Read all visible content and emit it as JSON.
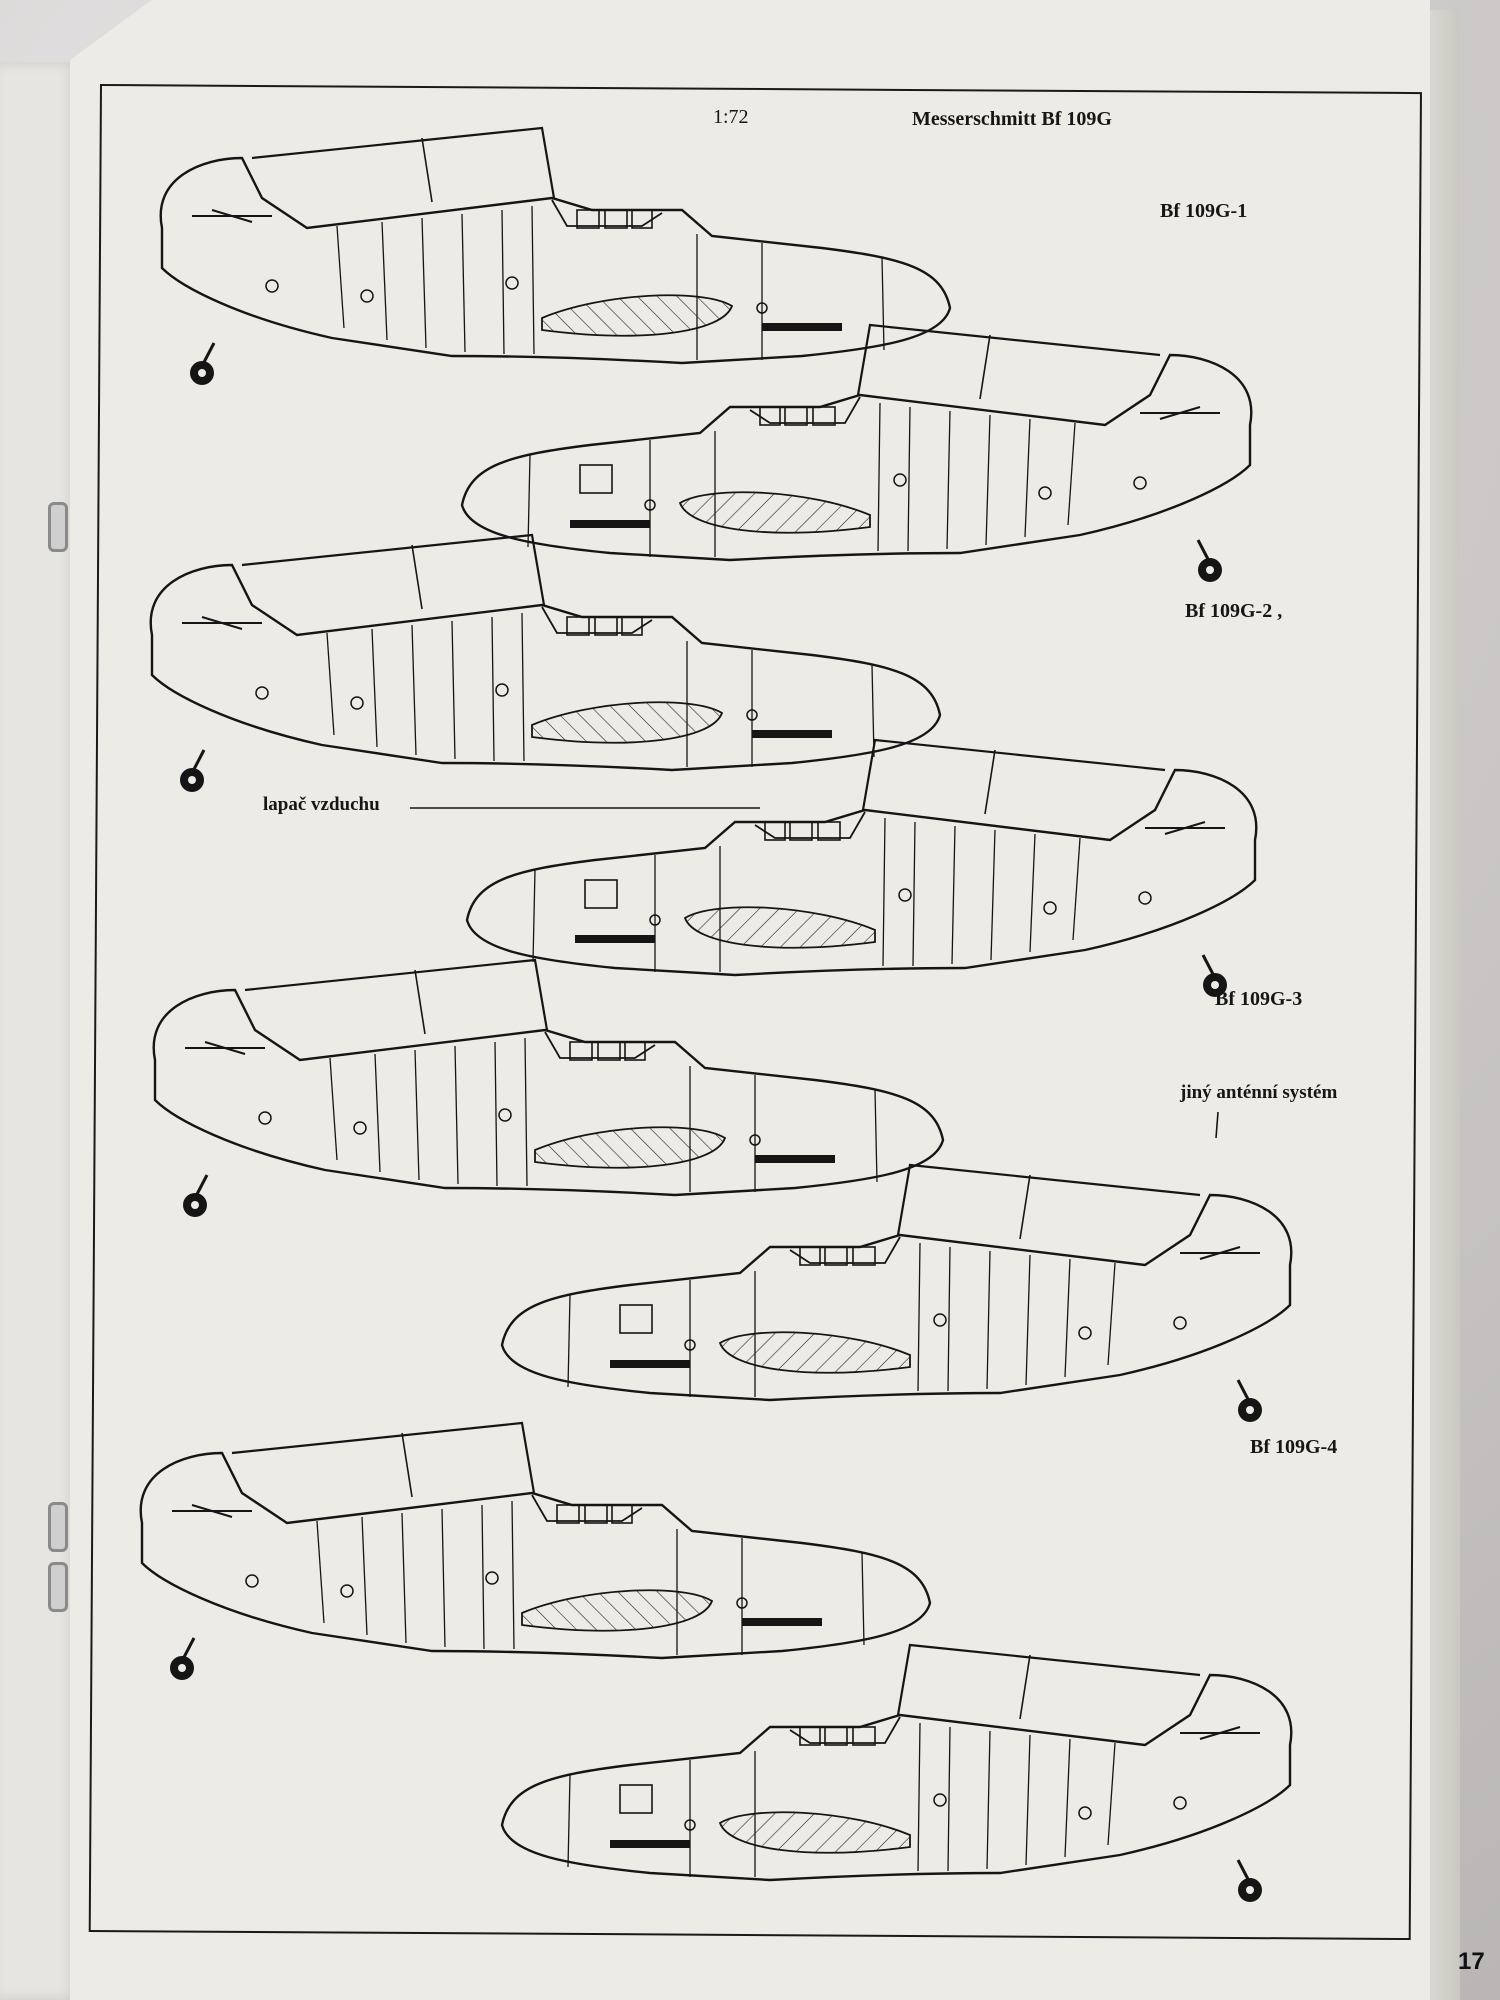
{
  "header": {
    "scale": "1:72",
    "title": "Messerschmitt Bf 109G"
  },
  "variants": [
    {
      "label": "Bf 109G-1"
    },
    {
      "label": "Bf 109G-2 ,"
    },
    {
      "label": "Bf 109G-3"
    },
    {
      "label": "Bf 109G-4"
    }
  ],
  "annotations": {
    "air_intake": "lapač vzduchu",
    "antenna": "jiný anténní systém"
  },
  "page_number": "17"
}
